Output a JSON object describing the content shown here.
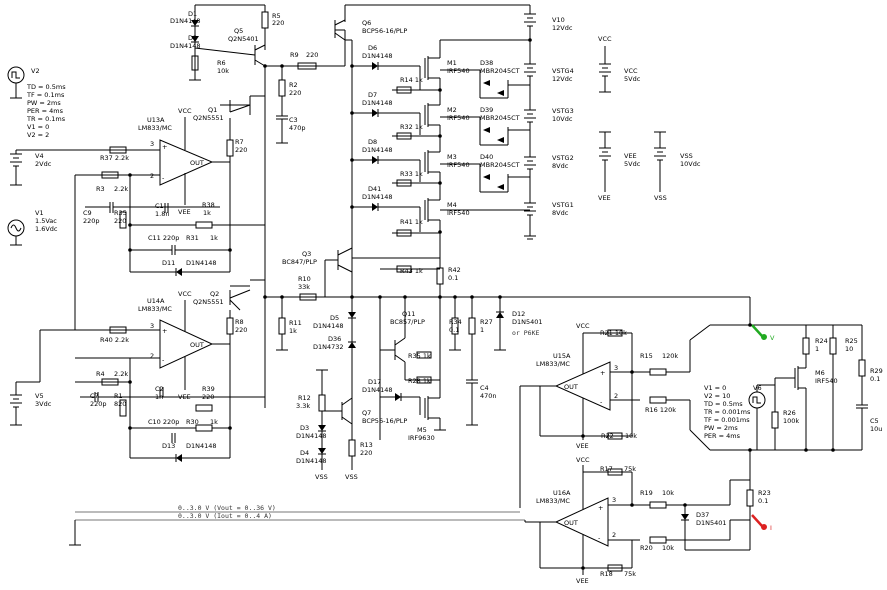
{
  "colors": {
    "probe_voltage": "#22aa22",
    "probe_current": "#dd2222",
    "wire": "#000000",
    "ann_line": "#777777"
  },
  "labels": [
    {
      "id": "d1",
      "text": "D1"
    },
    {
      "id": "d1v",
      "text": "D1N4148"
    },
    {
      "id": "d2",
      "text": "D2"
    },
    {
      "id": "d2v",
      "text": "D1N4148"
    },
    {
      "id": "r5",
      "text": "R5"
    },
    {
      "id": "r5v",
      "text": "220"
    },
    {
      "id": "q5",
      "text": "Q5"
    },
    {
      "id": "q5v",
      "text": "Q2N5401"
    },
    {
      "id": "r6",
      "text": "R6"
    },
    {
      "id": "r6v",
      "text": "10k"
    },
    {
      "id": "r9",
      "text": "R9"
    },
    {
      "id": "r9v",
      "text": "220"
    },
    {
      "id": "q6",
      "text": "Q6"
    },
    {
      "id": "q6v",
      "text": "BCP56-16/PLP"
    },
    {
      "id": "v10",
      "text": "V10"
    },
    {
      "id": "v10v",
      "text": "12Vdc"
    },
    {
      "id": "d6",
      "text": "D6"
    },
    {
      "id": "d6v",
      "text": "D1N4148"
    },
    {
      "id": "m1",
      "text": "M1"
    },
    {
      "id": "m1v",
      "text": "IRF540"
    },
    {
      "id": "d38",
      "text": "D38"
    },
    {
      "id": "d38v",
      "text": "MBR2045CT"
    },
    {
      "id": "vstg4",
      "text": "VSTG4"
    },
    {
      "id": "vstg4v",
      "text": "12Vdc"
    },
    {
      "id": "r14",
      "text": "R14  1k"
    },
    {
      "id": "vcc1",
      "text": "VCC"
    },
    {
      "id": "vccn",
      "text": "VCC"
    },
    {
      "id": "vccv",
      "text": "5Vdc"
    },
    {
      "id": "v2",
      "text": "V2"
    },
    {
      "id": "v2td",
      "text": "TD = 0.5ms"
    },
    {
      "id": "v2tf",
      "text": "TF = 0.1ms"
    },
    {
      "id": "v2pw",
      "text": "PW = 2ms"
    },
    {
      "id": "v2per",
      "text": "PER = 4ms"
    },
    {
      "id": "v2tr",
      "text": "TR = 0.1ms"
    },
    {
      "id": "v2v1",
      "text": "V1 = 0"
    },
    {
      "id": "v2v2",
      "text": "V2 = 2"
    },
    {
      "id": "r2",
      "text": "R2"
    },
    {
      "id": "r2v",
      "text": "220"
    },
    {
      "id": "c3",
      "text": "C3"
    },
    {
      "id": "c3v",
      "text": "470p"
    },
    {
      "id": "d7",
      "text": "D7"
    },
    {
      "id": "d7v",
      "text": "D1N4148"
    },
    {
      "id": "m2",
      "text": "M2"
    },
    {
      "id": "m2v",
      "text": "IRF540"
    },
    {
      "id": "d39",
      "text": "D39"
    },
    {
      "id": "d39v",
      "text": "MBR2045CT"
    },
    {
      "id": "vstg3",
      "text": "VSTG3"
    },
    {
      "id": "vstg3v",
      "text": "10Vdc"
    },
    {
      "id": "r32",
      "text": "R32  1k"
    },
    {
      "id": "vcc2",
      "text": "VCC"
    },
    {
      "id": "q1",
      "text": "Q1"
    },
    {
      "id": "q1v",
      "text": "Q2N5551"
    },
    {
      "id": "u13a",
      "text": "U13A"
    },
    {
      "id": "u13av",
      "text": "LM833/MC"
    },
    {
      "id": "r7",
      "text": "R7"
    },
    {
      "id": "r7v",
      "text": "220"
    },
    {
      "id": "d8",
      "text": "D8"
    },
    {
      "id": "d8v",
      "text": "D1N4148"
    },
    {
      "id": "m3",
      "text": "M3"
    },
    {
      "id": "m3v",
      "text": "IRF540"
    },
    {
      "id": "d40",
      "text": "D40"
    },
    {
      "id": "d40v",
      "text": "MBR2045CT"
    },
    {
      "id": "vstg2",
      "text": "VSTG2"
    },
    {
      "id": "vstg2v",
      "text": "8Vdc"
    },
    {
      "id": "vee1",
      "text": "VEE"
    },
    {
      "id": "veev",
      "text": "5Vdc"
    },
    {
      "id": "vee2",
      "text": "VEE"
    },
    {
      "id": "vss1",
      "text": "VSS"
    },
    {
      "id": "vssv",
      "text": "10Vdc"
    },
    {
      "id": "vss2",
      "text": "VSS"
    },
    {
      "id": "v4",
      "text": "V4"
    },
    {
      "id": "v4v",
      "text": "2Vdc"
    },
    {
      "id": "r37",
      "text": "R37  2.2k"
    },
    {
      "id": "r33",
      "text": "R33  1k"
    },
    {
      "id": "r3",
      "text": "R3"
    },
    {
      "id": "r3v",
      "text": "2.2k"
    },
    {
      "id": "d41",
      "text": "D41"
    },
    {
      "id": "d41v",
      "text": "D1N4148"
    },
    {
      "id": "m4",
      "text": "M4"
    },
    {
      "id": "m4v",
      "text": "IRF540"
    },
    {
      "id": "vstg1",
      "text": "VSTG1"
    },
    {
      "id": "vstg1v",
      "text": "8Vdc"
    },
    {
      "id": "v1",
      "text": "V1"
    },
    {
      "id": "v1ac",
      "text": "1.5Vac"
    },
    {
      "id": "v1dc",
      "text": "1.6Vdc"
    },
    {
      "id": "c9",
      "text": "C9"
    },
    {
      "id": "c9v",
      "text": "220p"
    },
    {
      "id": "r35",
      "text": "R35"
    },
    {
      "id": "r35v",
      "text": "220"
    },
    {
      "id": "c1",
      "text": "C1"
    },
    {
      "id": "c1v",
      "text": "1.8n"
    },
    {
      "id": "vee3",
      "text": "VEE"
    },
    {
      "id": "r38",
      "text": "R38"
    },
    {
      "id": "r38v",
      "text": "1k"
    },
    {
      "id": "r41",
      "text": "R41  1k"
    },
    {
      "id": "c11",
      "text": "C11  220p"
    },
    {
      "id": "r31",
      "text": "R31"
    },
    {
      "id": "r31v",
      "text": "1k"
    },
    {
      "id": "q3",
      "text": "Q3"
    },
    {
      "id": "q3v",
      "text": "BC847/PLP"
    },
    {
      "id": "d11",
      "text": "D11"
    },
    {
      "id": "d11v",
      "text": "D1N4148"
    },
    {
      "id": "r43",
      "text": "R43  1k"
    },
    {
      "id": "r42",
      "text": "R42"
    },
    {
      "id": "r42v",
      "text": "0.1"
    },
    {
      "id": "r10",
      "text": "R10"
    },
    {
      "id": "r10v",
      "text": "33k"
    },
    {
      "id": "vcc3",
      "text": "VCC"
    },
    {
      "id": "q2",
      "text": "Q2"
    },
    {
      "id": "q2v",
      "text": "Q2N5551"
    },
    {
      "id": "d5",
      "text": "D5"
    },
    {
      "id": "d5v",
      "text": "D1N4148"
    },
    {
      "id": "d12",
      "text": "D12"
    },
    {
      "id": "d12v",
      "text": "D1N5401"
    },
    {
      "id": "d12alt",
      "text": "or P6KE"
    },
    {
      "id": "u14a",
      "text": "U14A"
    },
    {
      "id": "u14av",
      "text": "LM833/MC"
    },
    {
      "id": "r11",
      "text": "R11"
    },
    {
      "id": "r11v",
      "text": "1k"
    },
    {
      "id": "q11",
      "text": "Q11"
    },
    {
      "id": "q11v",
      "text": "BC857/PLP"
    },
    {
      "id": "r34",
      "text": "R34"
    },
    {
      "id": "r34v",
      "text": "0.1"
    },
    {
      "id": "r27",
      "text": "R27"
    },
    {
      "id": "r27v",
      "text": "1"
    },
    {
      "id": "r8",
      "text": "R8"
    },
    {
      "id": "r8v",
      "text": "220"
    },
    {
      "id": "d36",
      "text": "D36"
    },
    {
      "id": "d36v",
      "text": "D1N4732"
    },
    {
      "id": "vcc4",
      "text": "VCC"
    },
    {
      "id": "r21",
      "text": "R21  10k"
    },
    {
      "id": "r40",
      "text": "R40  2.2k"
    },
    {
      "id": "r35b",
      "text": "R35  1k"
    },
    {
      "id": "u15a",
      "text": "U15A"
    },
    {
      "id": "u15av",
      "text": "LM833/MC"
    },
    {
      "id": "r15",
      "text": "R15"
    },
    {
      "id": "r15v",
      "text": "120k"
    },
    {
      "id": "r24",
      "text": "R24"
    },
    {
      "id": "r24v",
      "text": "1"
    },
    {
      "id": "r25",
      "text": "R25"
    },
    {
      "id": "r25v",
      "text": "10"
    },
    {
      "id": "r29",
      "text": "R29"
    },
    {
      "id": "r29v",
      "text": "0.1"
    },
    {
      "id": "v5",
      "text": "V5"
    },
    {
      "id": "v5v",
      "text": "3Vdc"
    },
    {
      "id": "r4",
      "text": "R4"
    },
    {
      "id": "r4v",
      "text": "2.2k"
    },
    {
      "id": "r28",
      "text": "R28  1k"
    },
    {
      "id": "c2",
      "text": "C2"
    },
    {
      "id": "c2v",
      "text": "1n"
    },
    {
      "id": "vee4",
      "text": "VEE"
    },
    {
      "id": "c7",
      "text": "C7"
    },
    {
      "id": "c7v",
      "text": "220p"
    },
    {
      "id": "r1",
      "text": "R1"
    },
    {
      "id": "r1v",
      "text": "820"
    },
    {
      "id": "r39",
      "text": "R39"
    },
    {
      "id": "r39v",
      "text": "220"
    },
    {
      "id": "d17",
      "text": "D17"
    },
    {
      "id": "d17v",
      "text": "D1N4148"
    },
    {
      "id": "c4",
      "text": "C4"
    },
    {
      "id": "c4v",
      "text": "470n"
    },
    {
      "id": "v6",
      "text": "V6"
    },
    {
      "id": "v6v1",
      "text": "V1 = 0"
    },
    {
      "id": "v6v2",
      "text": "V2 = 10"
    },
    {
      "id": "v6td",
      "text": "TD = 0.5ms"
    },
    {
      "id": "v6tr",
      "text": "TR = 0.001ms"
    },
    {
      "id": "v6tf",
      "text": "TF = 0.001ms"
    },
    {
      "id": "v6pw",
      "text": "PW = 2ms"
    },
    {
      "id": "v6per",
      "text": "PER = 4ms"
    },
    {
      "id": "m6",
      "text": "M6"
    },
    {
      "id": "m6v",
      "text": "IRF540"
    },
    {
      "id": "r26",
      "text": "R26"
    },
    {
      "id": "r26v",
      "text": "100k"
    },
    {
      "id": "r12",
      "text": "R12"
    },
    {
      "id": "r12v",
      "text": "3.3k"
    },
    {
      "id": "q7",
      "text": "Q7"
    },
    {
      "id": "q7v",
      "text": "BCP56-16/PLP"
    },
    {
      "id": "m5",
      "text": "M5"
    },
    {
      "id": "m5v",
      "text": "IRF9630"
    },
    {
      "id": "r16",
      "text": "R16  120k"
    },
    {
      "id": "c5",
      "text": "C5"
    },
    {
      "id": "c5v",
      "text": "10u"
    },
    {
      "id": "c10",
      "text": "C10  220p"
    },
    {
      "id": "r30",
      "text": "R30"
    },
    {
      "id": "r30v",
      "text": "1k"
    },
    {
      "id": "d3",
      "text": "D3"
    },
    {
      "id": "d3v",
      "text": "D1N4148"
    },
    {
      "id": "vee5",
      "text": "VEE"
    },
    {
      "id": "r22",
      "text": "R22"
    },
    {
      "id": "r22v",
      "text": "10k"
    },
    {
      "id": "r13",
      "text": "R13"
    },
    {
      "id": "r13v",
      "text": "220"
    },
    {
      "id": "d13",
      "text": "D13"
    },
    {
      "id": "d13v",
      "text": "D1N4148"
    },
    {
      "id": "d4",
      "text": "D4"
    },
    {
      "id": "d4v",
      "text": "D1N4148"
    },
    {
      "id": "vss3",
      "text": "VSS"
    },
    {
      "id": "vss4",
      "text": "VSS"
    },
    {
      "id": "vcc5",
      "text": "VCC"
    },
    {
      "id": "r17",
      "text": "R17"
    },
    {
      "id": "r17v",
      "text": "75k"
    },
    {
      "id": "u16a",
      "text": "U16A"
    },
    {
      "id": "u16av",
      "text": "LM833/MC"
    },
    {
      "id": "r19",
      "text": "R19"
    },
    {
      "id": "r19v",
      "text": "10k"
    },
    {
      "id": "r23",
      "text": "R23"
    },
    {
      "id": "r23v",
      "text": "0.1"
    },
    {
      "id": "d37",
      "text": "D37"
    },
    {
      "id": "d37v",
      "text": "D1N5401"
    },
    {
      "id": "r20",
      "text": "R20"
    },
    {
      "id": "r20v",
      "text": "10k"
    },
    {
      "id": "vee6",
      "text": "VEE"
    },
    {
      "id": "r18",
      "text": "R18"
    },
    {
      "id": "r18v",
      "text": "75k"
    },
    {
      "id": "out",
      "text": "OUT"
    },
    {
      "id": "probev",
      "text": "V"
    },
    {
      "id": "probei",
      "text": "I"
    }
  ],
  "annotations": [
    {
      "id": "ann1",
      "text": "0..3.0 V (Vout = 0..36 V)"
    },
    {
      "id": "ann2",
      "text": "0..3.0 V (Iout = 0..4 A)"
    }
  ]
}
